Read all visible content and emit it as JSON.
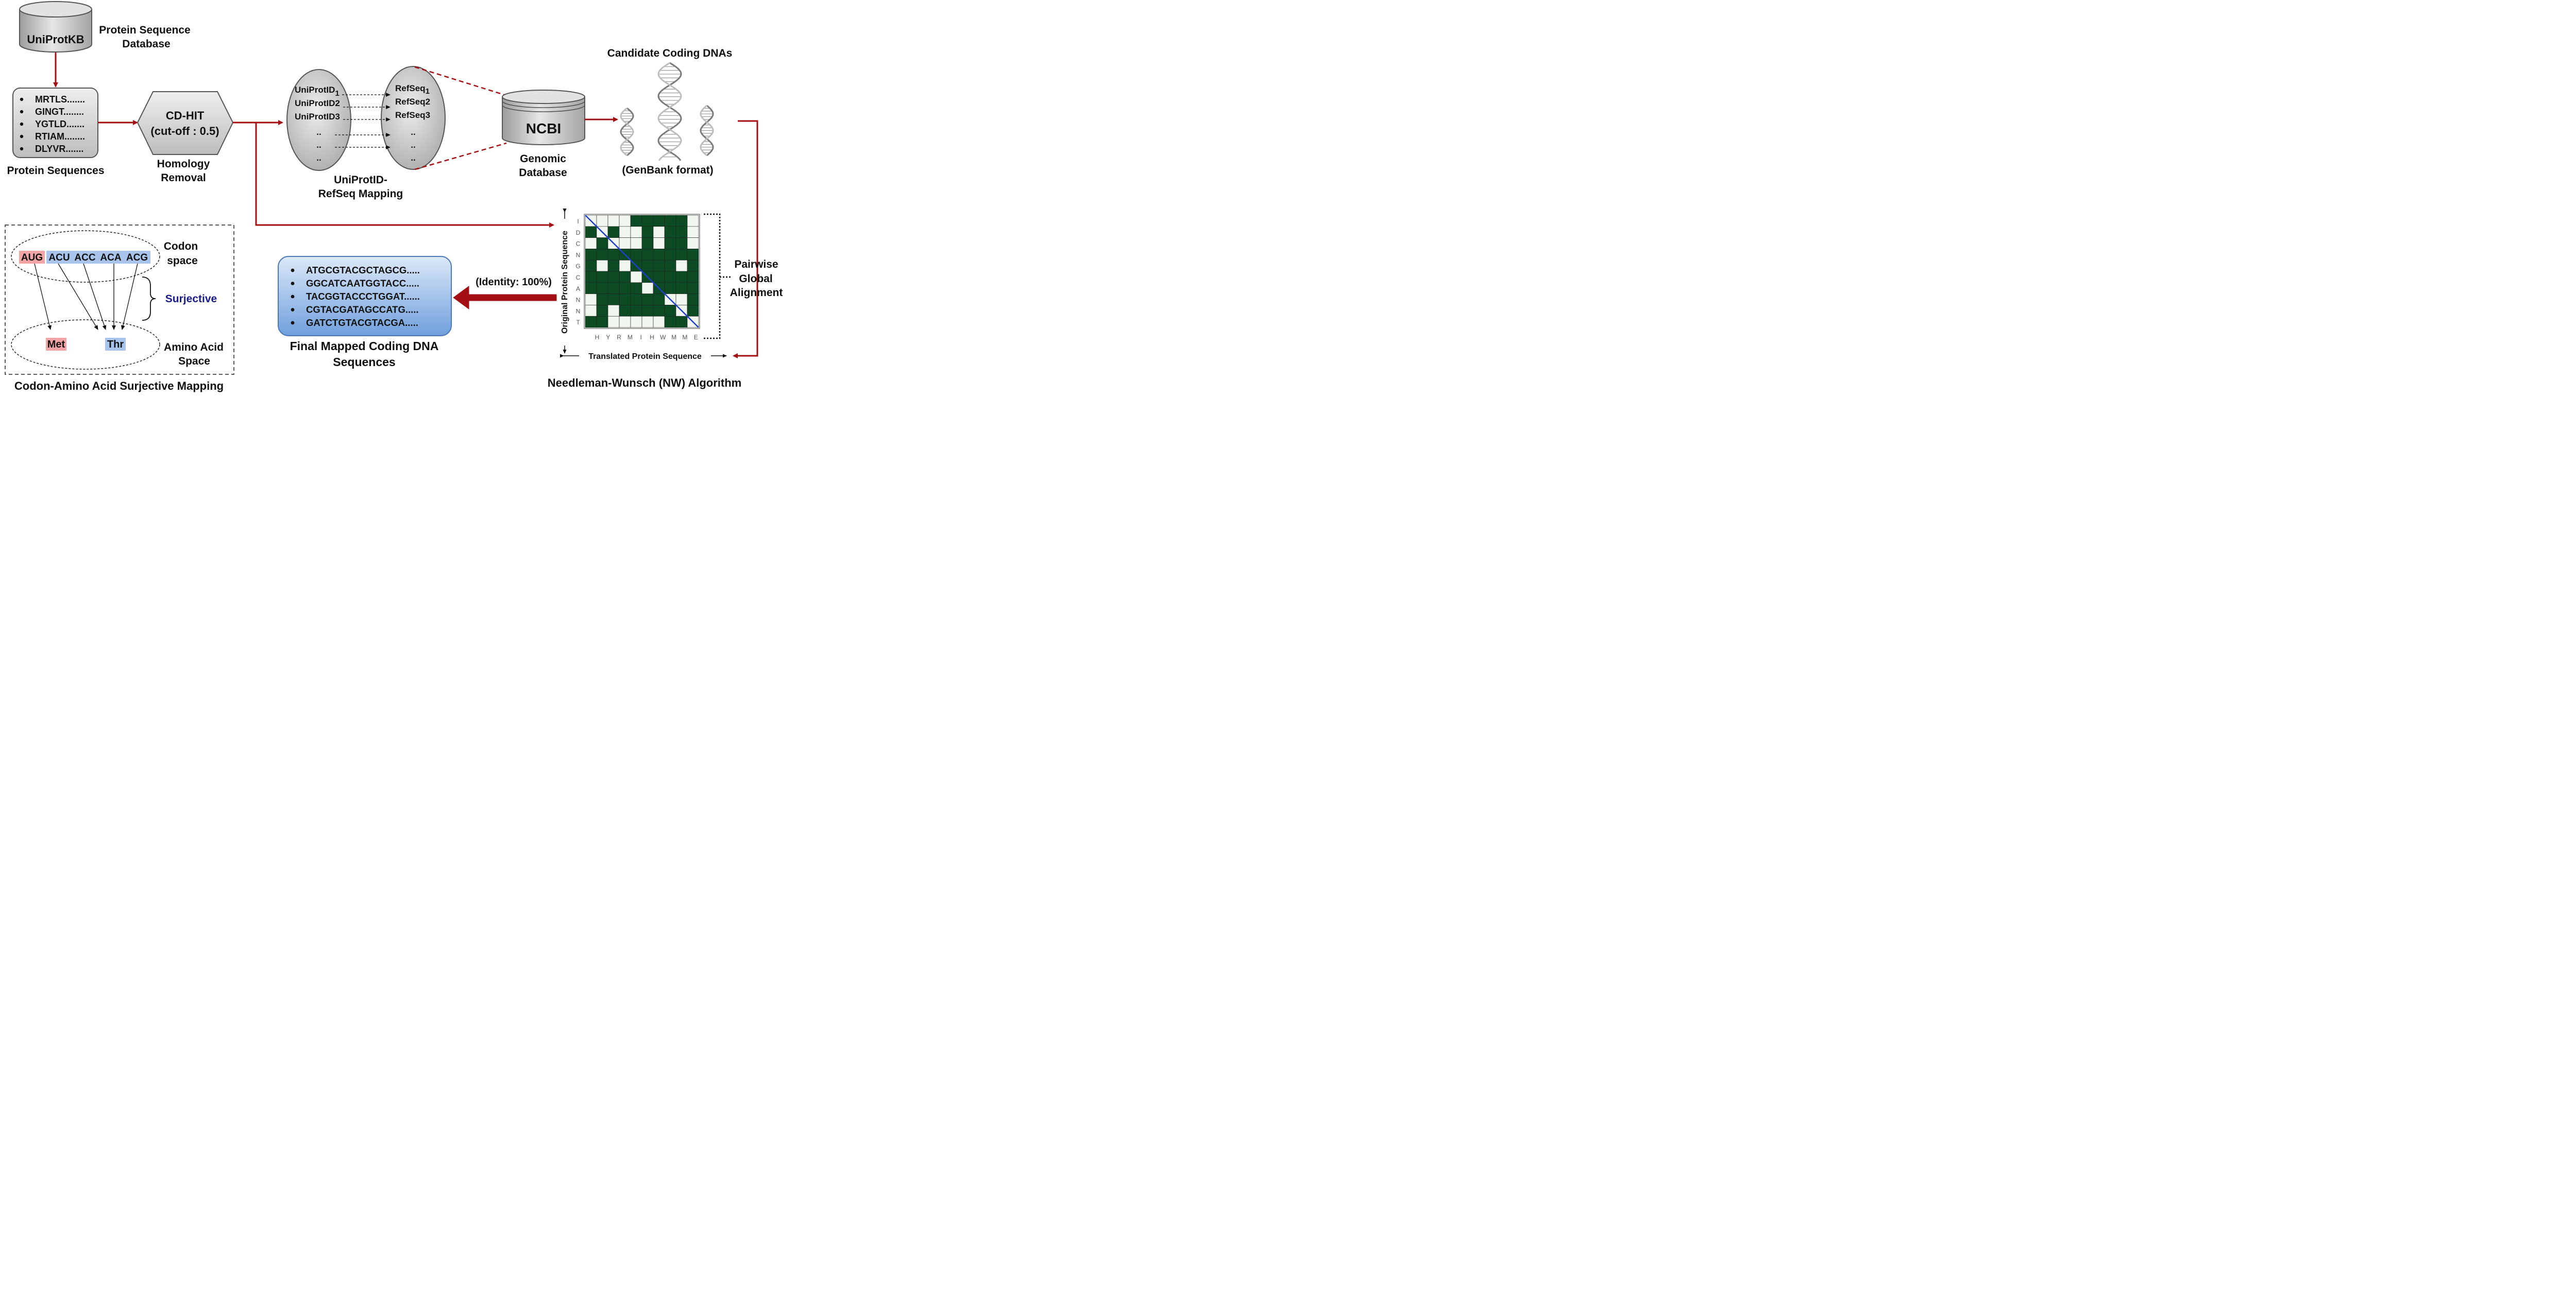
{
  "uniprot": {
    "name": "UniProtKB",
    "caption_line1": "Protein Sequence",
    "caption_line2": "Database"
  },
  "protein_seqs": {
    "items": [
      "MRTLS.......",
      "GINGT........",
      "YGTLD.......",
      "RTIAM........",
      "DLYVR......."
    ],
    "caption": "Protein Sequences"
  },
  "cdhit": {
    "line1": "CD-HIT",
    "line2": "(cut-off : 0.5)",
    "caption_line1": "Homology",
    "caption_line2": "Removal"
  },
  "mapping": {
    "left": [
      {
        "text": "UniProtID",
        "sub": "1"
      },
      {
        "text": "UniProtID",
        "sub": "2"
      },
      {
        "text": "UniProtID",
        "sub": "3"
      }
    ],
    "right": [
      {
        "text": "RefSeq",
        "sub": "1"
      },
      {
        "text": "RefSeq",
        "sub": "2"
      },
      {
        "text": "RefSeq",
        "sub": "3"
      }
    ],
    "dots": "..",
    "caption_line1": "UniProtID-",
    "caption_line2": "RefSeq Mapping"
  },
  "ncbi": {
    "name": "NCBI",
    "caption_line1": "Genomic",
    "caption_line2": "Database"
  },
  "dna": {
    "title": "Candidate Coding DNAs",
    "format": "(GenBank format)"
  },
  "nw": {
    "row_labels": [
      "I",
      "D",
      "C",
      "N",
      "G",
      "C",
      "A",
      "N",
      "N",
      "T"
    ],
    "col_labels": [
      "H",
      "Y",
      "R",
      "M",
      "I",
      "H",
      "W",
      "M",
      "M",
      "E"
    ],
    "y_axis": "Original Protein Sequence",
    "x_axis": "Translated Protein Sequence",
    "side_line1": "Pairwise",
    "side_line2": "Global",
    "side_line3": "Alignment",
    "caption": "Needleman-Wunsch (NW) Algorithm",
    "filled_color": "#0b4a22",
    "empty_color": "#f1f7ef",
    "diagonal_color": "#1f3fcc"
  },
  "final": {
    "items": [
      "ATGCGTACGCTAGCG.....",
      "GGCATCAATGGTACC.....",
      "TACGGTACCCTGGAT......",
      "CGTACGATAGCCATG.....",
      "GATCTGTACGTACGA....."
    ],
    "identity": "(Identity: 100%)",
    "caption_line1": "Final Mapped Coding DNA",
    "caption_line2": "Sequences"
  },
  "codon": {
    "codon_space_line1": "Codon",
    "codon_space_line2": "space",
    "codons": [
      "AUG",
      "ACU",
      "ACC",
      "ACA",
      "ACG"
    ],
    "surjective": "Surjective",
    "amino_acids": [
      "Met",
      "Thr"
    ],
    "aa_space_line1": "Amino Acid",
    "aa_space_line2": "Space",
    "caption": "Codon-Amino Acid Surjective Mapping",
    "met_color": "#f4a4a4",
    "thr_color": "#a8c4ea",
    "surjective_color": "#1a1a8c"
  },
  "arrow_color": "#a30f12"
}
